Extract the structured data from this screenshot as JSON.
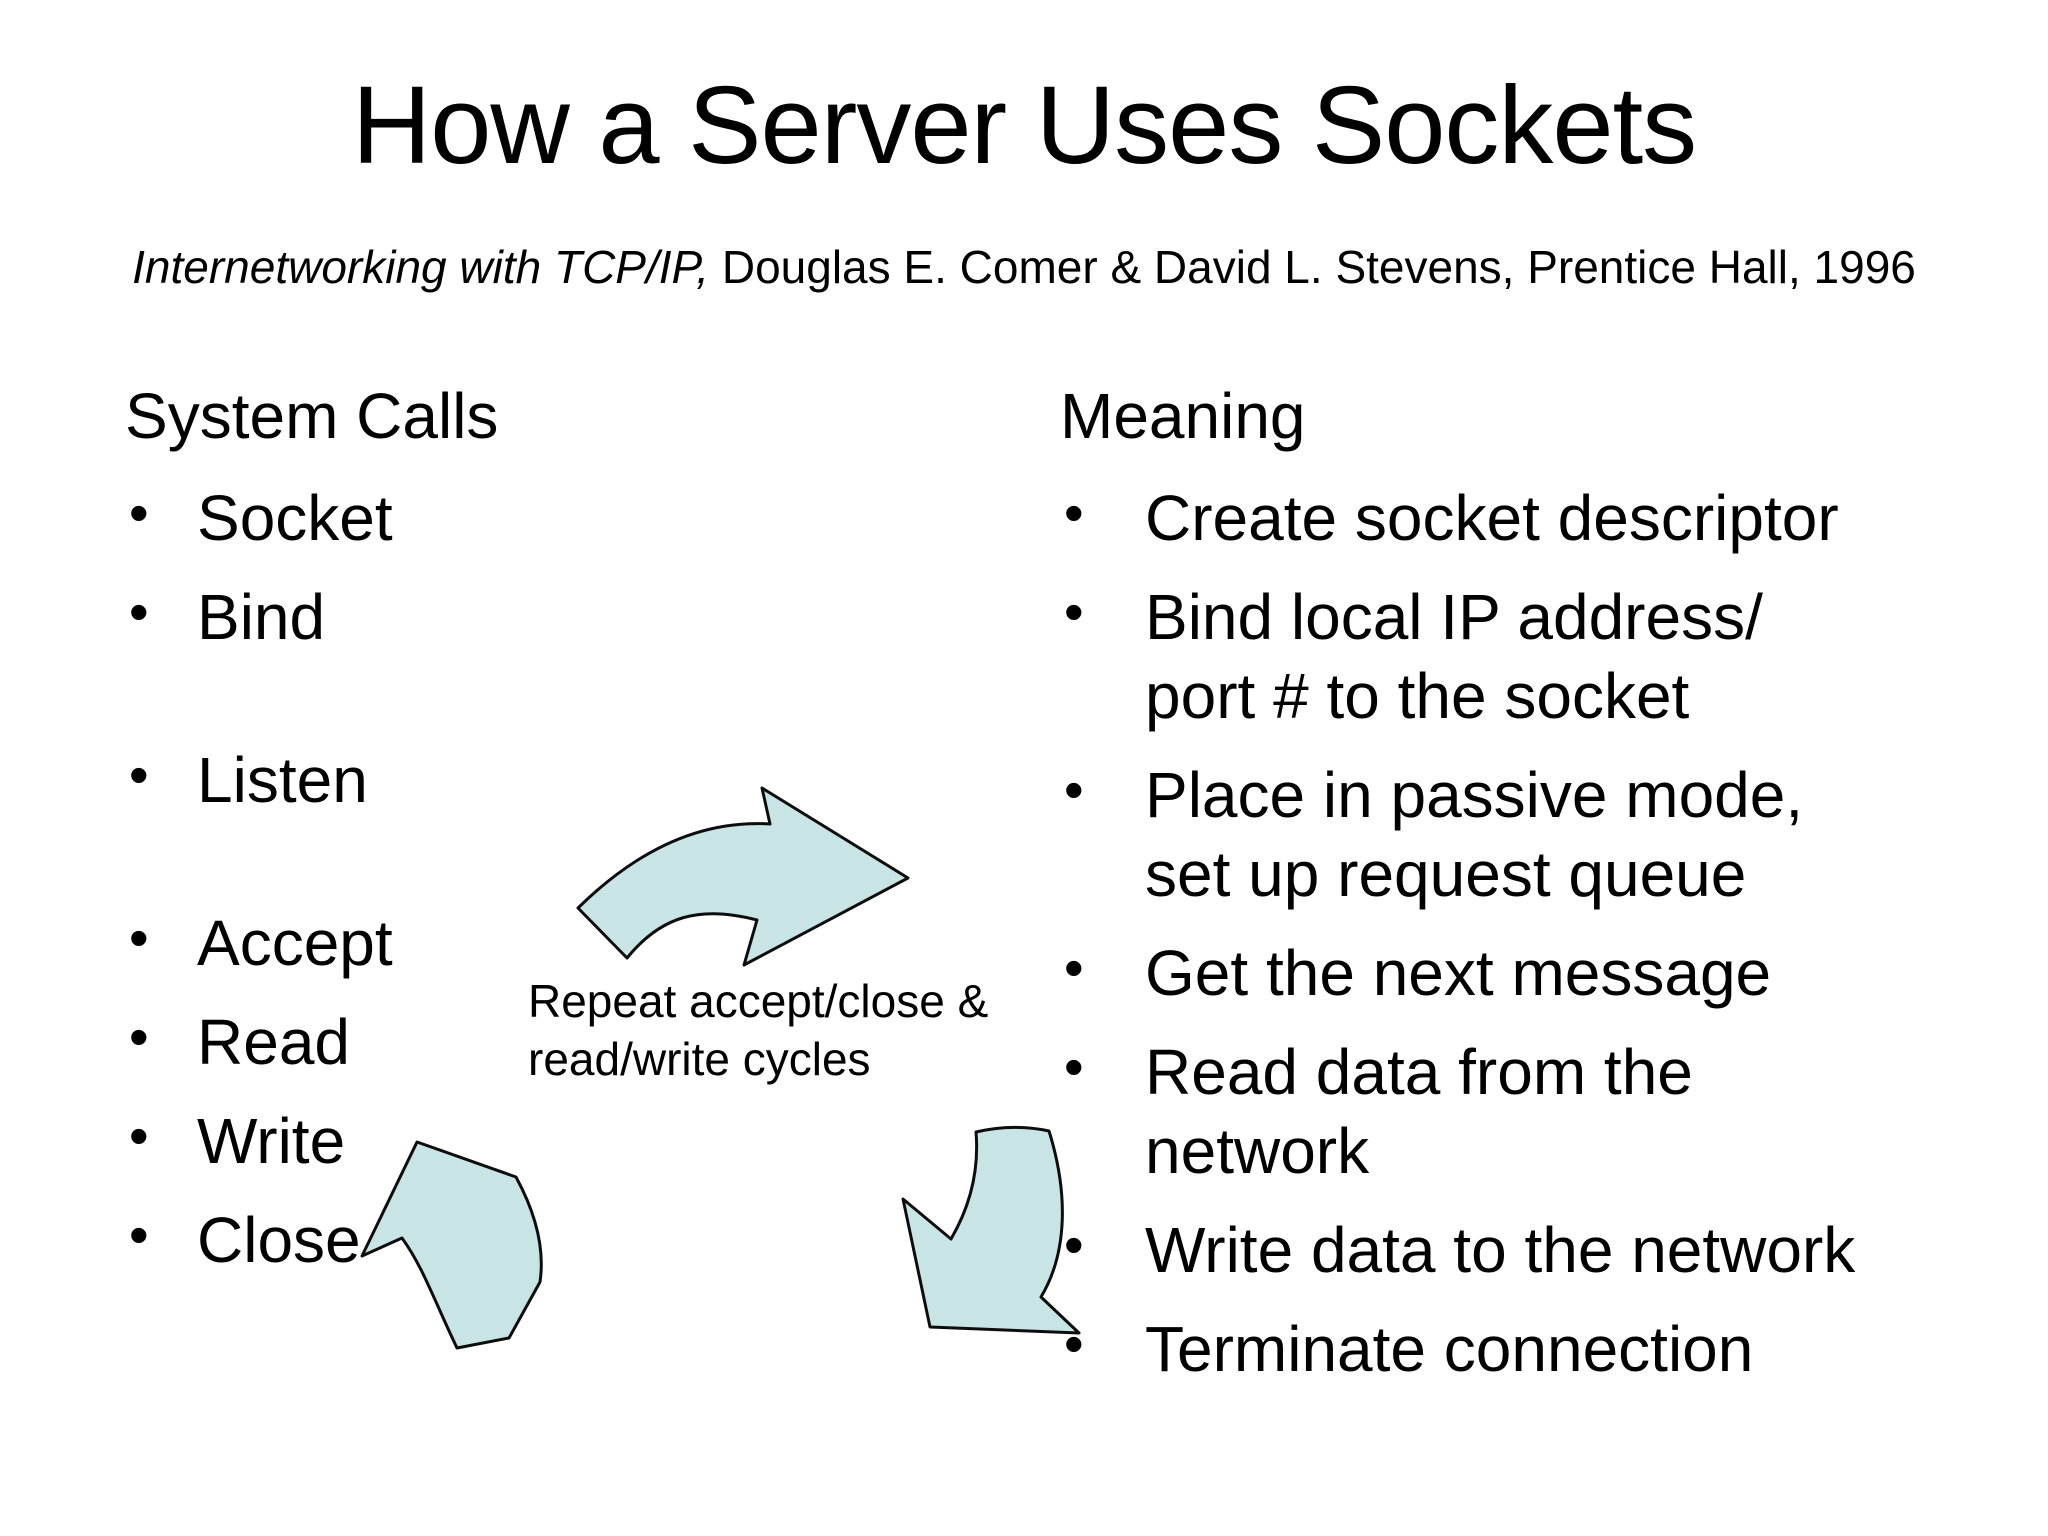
{
  "slide": {
    "title": "How a Server Uses Sockets",
    "subtitle": {
      "book_italic": "Internetworking with TCP/IP,",
      "authors": " Douglas E. Comer & David L. Stevens, Prentice Hall, 1996"
    },
    "left_column": {
      "header": "System Calls",
      "items": [
        "Socket",
        "Bind",
        "Listen",
        "Accept",
        "Read",
        "Write",
        "Close"
      ]
    },
    "right_column": {
      "header": "Meaning",
      "items": [
        "Create socket descriptor",
        "Bind local IP address/\nport # to the socket",
        "Place in passive mode,\nset up request queue",
        "Get the next message",
        "Read data from the\nnetwork",
        "Write data to the network",
        "Terminate connection"
      ]
    },
    "cycle_label": "Repeat accept/close &\nread/write cycles",
    "colors": {
      "background": "#ffffff",
      "text": "#000000",
      "arrow_fill": "#c9e4e5",
      "arrow_stroke": "#0d0d0d"
    }
  }
}
